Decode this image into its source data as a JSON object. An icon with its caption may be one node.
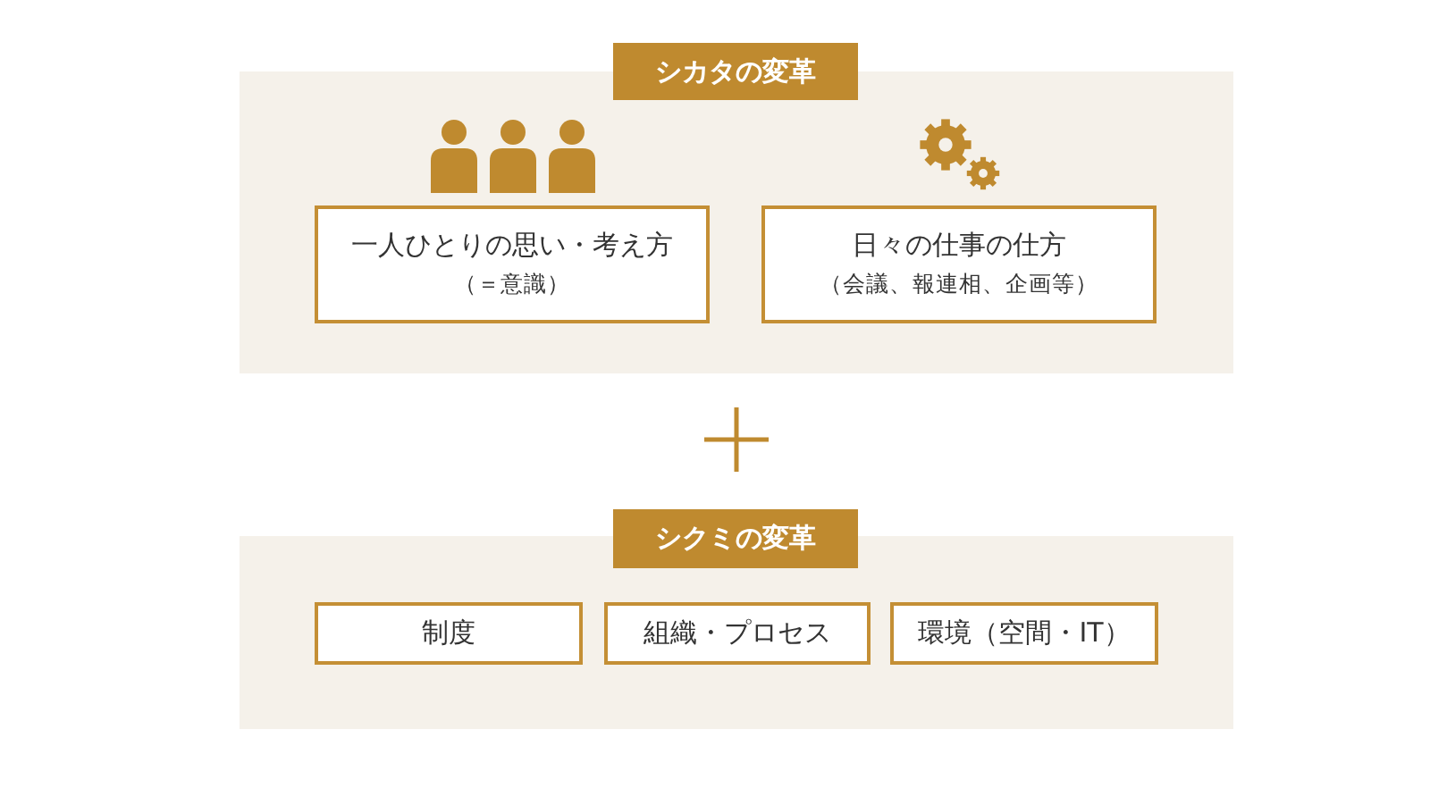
{
  "diagram": {
    "nodes": [
      {
        "text": [
          "シカタの変革"
        ]
      },
      {
        "text": [
          "一人ひとりの思い・考え方",
          "（＝意識）"
        ],
        "in": 0
      },
      {
        "text": [
          "日々の仕事の仕方",
          "（会議、報連相、企画等）"
        ],
        "in": 0
      },
      {
        "text": [
          "シクミの変革"
        ]
      },
      {
        "text": [
          "制度"
        ],
        "in": 3
      },
      {
        "text": [
          "組織・プロセス"
        ],
        "in": 3
      },
      {
        "text": [
          "環境（空間・IT）"
        ],
        "in": 3
      }
    ],
    "edges": []
  }
}
